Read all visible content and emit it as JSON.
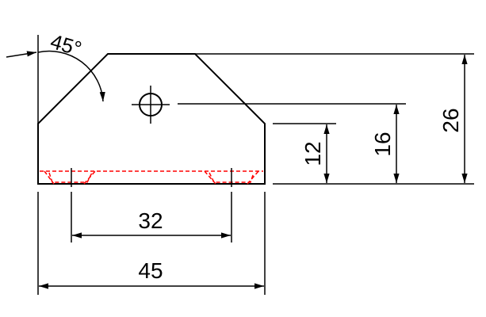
{
  "drawing": {
    "line_color": "#000000",
    "hidden_line_color": "#ff0000",
    "angle_label": "45°",
    "dim_bottom_spacing": "32",
    "dim_overall_width": "45",
    "dim_height_12": "12",
    "dim_height_16": "16",
    "dim_height_26": "26"
  }
}
